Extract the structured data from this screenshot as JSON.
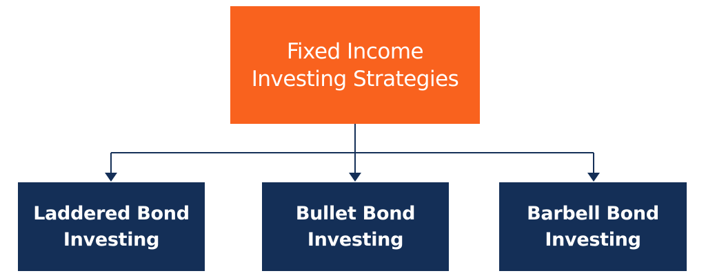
{
  "diagram": {
    "type": "hierarchy",
    "colors": {
      "root_fill": "#f9621e",
      "child_fill": "#142f57",
      "connector": "#142f57",
      "text": "#ffffff",
      "background": "#ffffff"
    },
    "root": {
      "line1": "Fixed Income",
      "line2": "Investing Strategies"
    },
    "children": [
      {
        "line1": "Laddered Bond",
        "line2": "Investing"
      },
      {
        "line1": "Bullet Bond",
        "line2": "Investing"
      },
      {
        "line1": "Barbell Bond",
        "line2": "Investing"
      }
    ],
    "edges": [
      {
        "from": "root",
        "to": "children.0"
      },
      {
        "from": "root",
        "to": "children.1"
      },
      {
        "from": "root",
        "to": "children.2"
      }
    ]
  }
}
